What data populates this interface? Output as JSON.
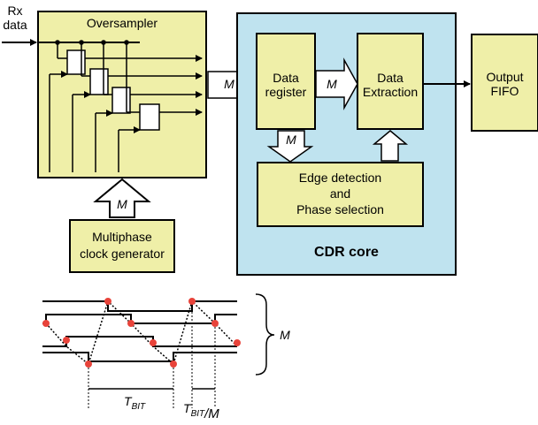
{
  "input": {
    "line1": "Rx",
    "line2": "data"
  },
  "oversampler": {
    "title": "Oversampler"
  },
  "m_label": "M",
  "clock_generator": {
    "line1": "Multiphase",
    "line2": "clock generator"
  },
  "cdr_core": {
    "title": "CDR core",
    "data_register": {
      "line1": "Data",
      "line2": "register"
    },
    "data_extraction": {
      "line1": "Data",
      "line2": "Extraction"
    },
    "edge_detection": {
      "line1": "Edge detection",
      "line2": "and",
      "line3": "Phase selection"
    }
  },
  "output_fifo": {
    "line1": "Output",
    "line2": "FIFO"
  },
  "timing": {
    "brace_label": "M",
    "t_bit_main": "T",
    "t_bit_sub": "BIT",
    "t_bit_m_main": "T",
    "t_bit_m_sub": "BIT",
    "t_bit_m_div": "/M"
  },
  "colors": {
    "block_fill": "#efefa8",
    "cdr_fill": "#bfe3ef",
    "sample_dot": "#e8433a",
    "stroke": "#000000"
  }
}
